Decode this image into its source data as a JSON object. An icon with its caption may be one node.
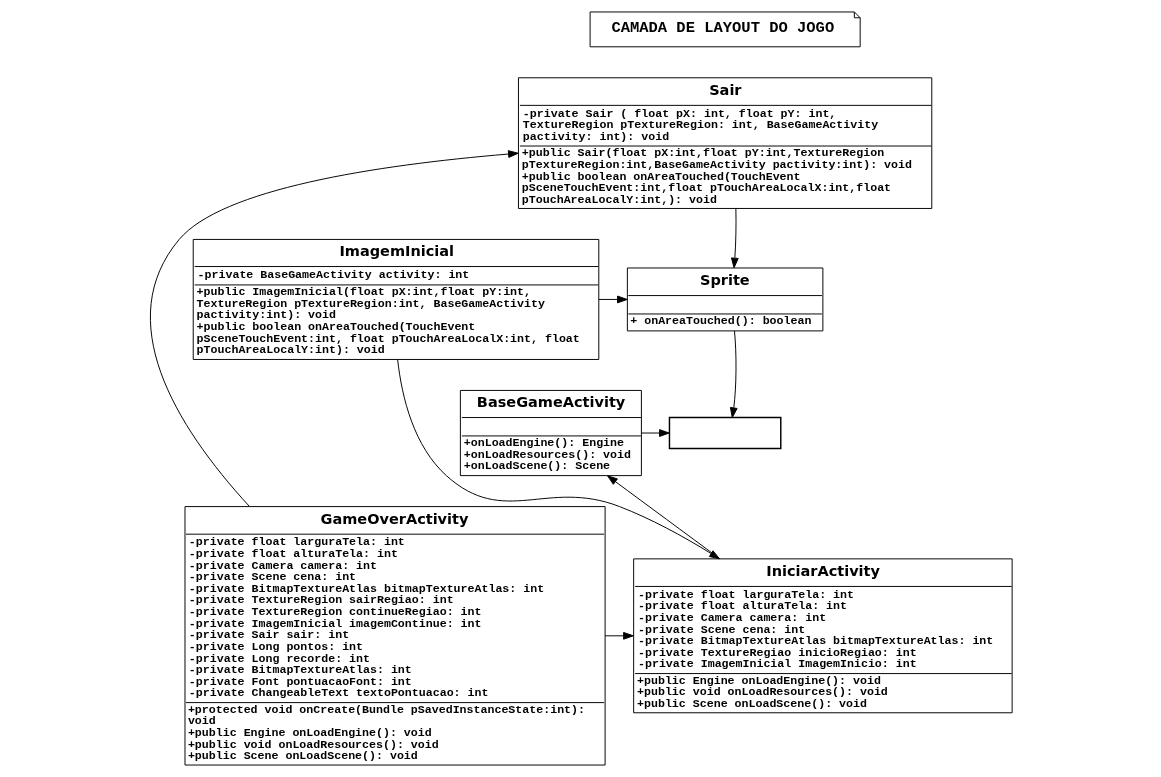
{
  "diagram": {
    "nodes": [
      {
        "text": [
          "CAMADA DE LAYOUT DO JOGO"
        ]
      },
      {
        "text": [
          "Sair",
          "-private Sair ( float pX: int, float pY: int, TextureRegion pTextureRegion: int, BaseGameActivity pactivity: int): void",
          "+public Sair(float pX:int,float pY:int,TextureRegion pTextureRegion:int,BaseGameActivity pactivity:int): void",
          "+public boolean onAreaTouched(TouchEvent pSceneTouchEvent:int,float pTouchAreaLocalX:int,float pTouchAreaLocalY:int,): void"
        ]
      },
      {
        "text": [
          "Sprite",
          "+ onAreaTouched(): boolean"
        ]
      },
      {
        "text": [
          "ImagemInicial",
          "-private BaseGameActivity activity: int",
          "+public ImagemInicial(float pX:int,float pY:int, TextureRegion pTextureRegion:int, BaseGameActivity pactivity:int): void",
          "+public boolean onAreaTouched(TouchEvent pSceneTouchEvent:int, float pTouchAreaLocalX:int, float pTouchAreaLocalY:int): void"
        ]
      },
      {
        "text": [],
        "shape": "box"
      },
      {
        "text": [
          "BaseGameActivity",
          "+onLoadEngine(): Engine",
          "+onLoadResources(): void",
          "+onLoadScene(): Scene"
        ]
      },
      {
        "text": [
          "GameOverActivity",
          "-private float larguraTela: int",
          "-private float alturaTela: int",
          "-private Camera camera: int",
          "-private Scene cena: int",
          "-private BitmapTextureAtlas bitmapTextureAtlas: int",
          "-private TextureRegion sairRegiao: int",
          "-private TextureRegion continueRegiao: int",
          "-private ImagemInicial imagemContinue: int",
          "-private Sair sair: int",
          "-private Long pontos: int",
          "-private Long recorde: int",
          "-private BitmapTextureAtlas: int",
          "-private Font pontuacaoFont: int",
          "-private ChangeableText textoPontuacao: int",
          "+protected void onCreate(Bundle pSavedInstanceState:int): void",
          "+public Engine onLoadEngine(): void",
          "+public void onLoadResources(): void",
          "+public Scene onLoadScene(): void"
        ]
      },
      {
        "text": [
          "IniciarActivity",
          "-private float larguraTela: int",
          "-private float alturaTela: int",
          "-private Camera camera: int",
          "-private Scene cena: int",
          "-private BitmapTextureAtlas bitmapTextureAtlas: int",
          "-private TextureRegiao inicioRegiao: int",
          "-private ImagemInicial ImagemInicio: int",
          "+public Engine onLoadEngine(): void",
          "+public void onLoadResources(): void",
          "+public Scene onLoadScene(): void"
        ]
      }
    ],
    "edges": [
      {
        "from": 1,
        "to": 2,
        "arrow": "to"
      },
      {
        "from": 3,
        "to": 2,
        "arrow": "to"
      },
      {
        "from": 2,
        "to": 4,
        "arrow": "to"
      },
      {
        "from": 5,
        "to": 4,
        "arrow": "to"
      },
      {
        "from": 6,
        "to": 1,
        "arrow": "to"
      },
      {
        "from": 6,
        "to": 7,
        "arrow": "to"
      },
      {
        "from": 3,
        "to": 7,
        "arrow": "to"
      },
      {
        "from": 7,
        "to": 5,
        "arrow": "to"
      }
    ]
  }
}
